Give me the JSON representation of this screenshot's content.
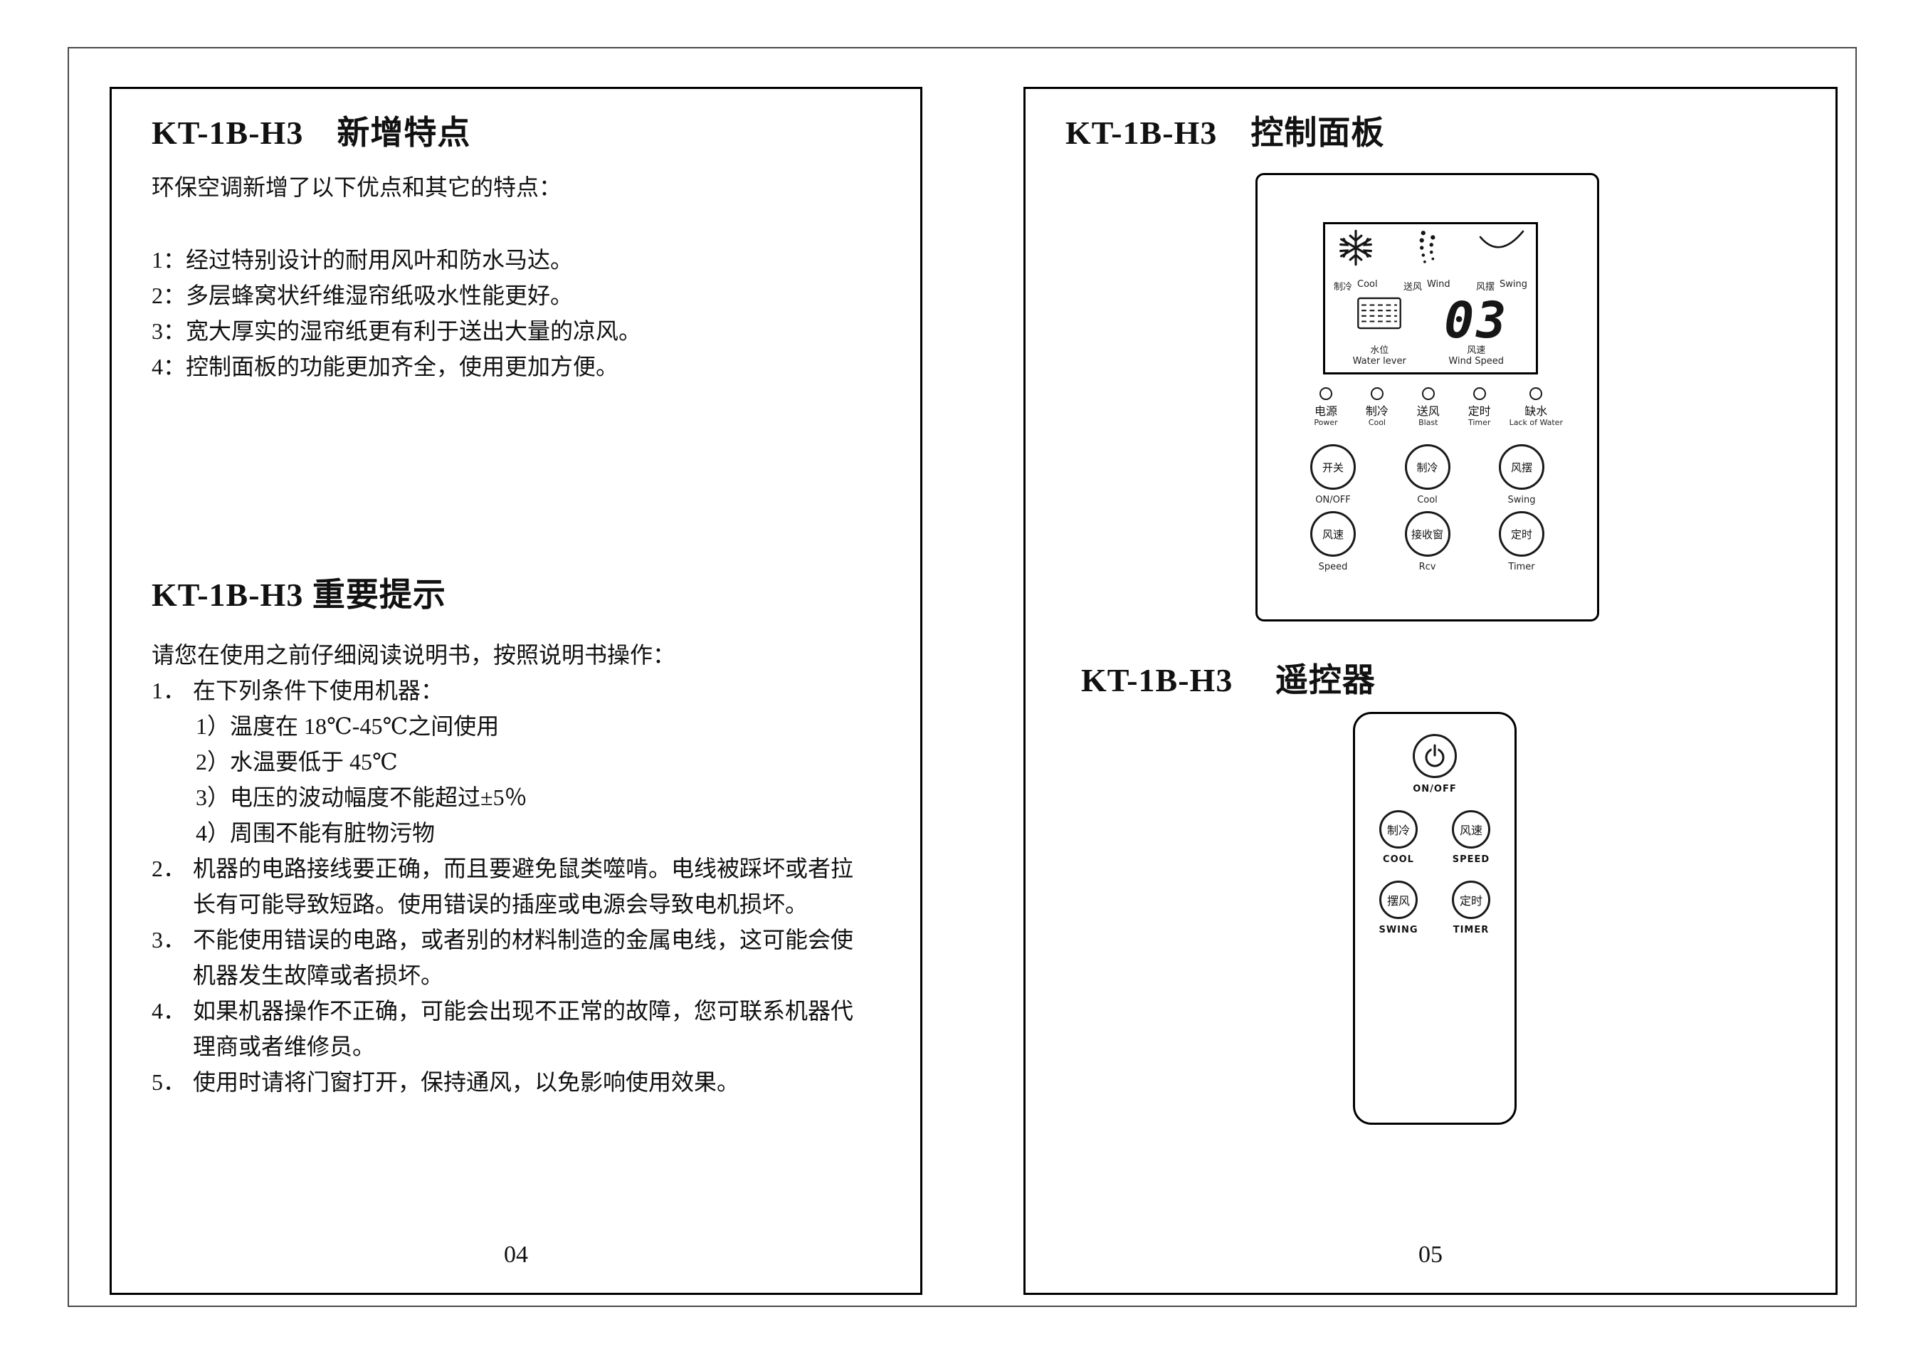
{
  "left": {
    "features_title": "KT-1B-H3　新增特点",
    "features_intro": "环保空调新增了以下优点和其它的特点：",
    "features": [
      "1：经过特别设计的耐用风叶和防水马达。",
      "2：多层蜂窝状纤维湿帘纸吸水性能更好。",
      "3：宽大厚实的湿帘纸更有利于送出大量的凉风。",
      "4：控制面板的功能更加齐全，使用更加方便。"
    ],
    "notice_title": "KT-1B-H3 重要提示",
    "notice_intro": "请您在使用之前仔细阅读说明书，按照说明书操作：",
    "notes": [
      {
        "num": "1．",
        "text": "在下列条件下使用机器："
      },
      {
        "num": "2．",
        "text": "机器的电路接线要正确，而且要避免鼠类噬啃。电线被踩坏或者拉长有可能导致短路。使用错误的插座或电源会导致电机损坏。"
      },
      {
        "num": "3．",
        "text": "不能使用错误的电路，或者别的材料制造的金属电线，这可能会使机器发生故障或者损坏。"
      },
      {
        "num": "4．",
        "text": "如果机器操作不正确，可能会出现不正常的故障，您可联系机器代理商或者维修员。"
      },
      {
        "num": "5．",
        "text": "使用时请将门窗打开，保持通风，以免影响使用效果。"
      }
    ],
    "conditions": [
      "1）温度在 18℃-45℃之间使用",
      "2）水温要低于 45℃",
      "3）电压的波动幅度不能超过±5％",
      "4）周围不能有脏物污物"
    ],
    "page_number": "04"
  },
  "right": {
    "panel_title": "KT-1B-H3　控制面板",
    "panel": {
      "display": {
        "cool": {
          "zh": "制冷",
          "en": "Cool"
        },
        "wind": {
          "zh": "送风",
          "en": "Wind"
        },
        "swing": {
          "zh": "风摆",
          "en": "Swing"
        },
        "water": {
          "zh": "水位",
          "en": "Water lever"
        },
        "speed": {
          "value": "03",
          "zh": "风速",
          "en": "Wind Speed"
        }
      },
      "indicators": [
        {
          "zh": "电源",
          "en": "Power"
        },
        {
          "zh": "制冷",
          "en": "Cool"
        },
        {
          "zh": "送风",
          "en": "Blast"
        },
        {
          "zh": "定时",
          "en": "Timer"
        },
        {
          "zh": "缺水",
          "en": "Lack of Water"
        }
      ],
      "buttons": [
        {
          "zh": "开关",
          "en": "ON/OFF"
        },
        {
          "zh": "制冷",
          "en": "Cool"
        },
        {
          "zh": "风摆",
          "en": "Swing"
        },
        {
          "zh": "风速",
          "en": "Speed"
        },
        {
          "zh": "接收窗",
          "en": "Rcv"
        },
        {
          "zh": "定时",
          "en": "Timer"
        }
      ]
    },
    "remote_title": "KT-1B-H3　 遥控器",
    "remote": {
      "power_label": "ON/OFF",
      "buttons": [
        {
          "zh": "制冷",
          "en": "COOL"
        },
        {
          "zh": "风速",
          "en": "SPEED"
        },
        {
          "zh": "摆风",
          "en": "SWING"
        },
        {
          "zh": "定时",
          "en": "TIMER"
        }
      ]
    },
    "page_number": "05"
  }
}
